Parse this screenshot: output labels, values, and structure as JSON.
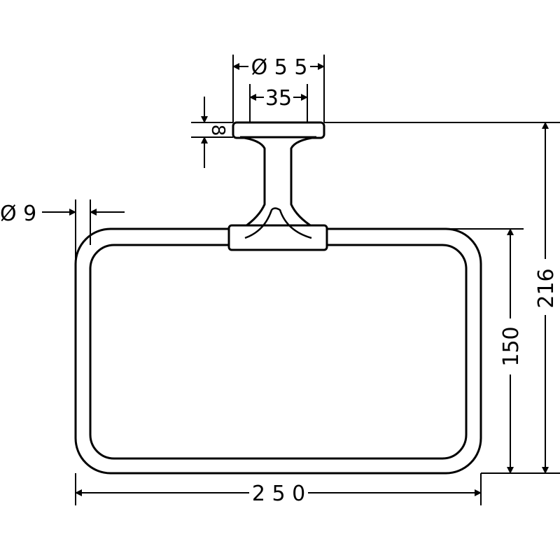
{
  "dimensions": {
    "mount_diameter": "Ø 5 5",
    "mount_inner": "35",
    "plate_thickness": "8",
    "ring_diameter": "Ø 9",
    "ring_height": "150",
    "total_height": "216",
    "width": "2 5 0"
  }
}
